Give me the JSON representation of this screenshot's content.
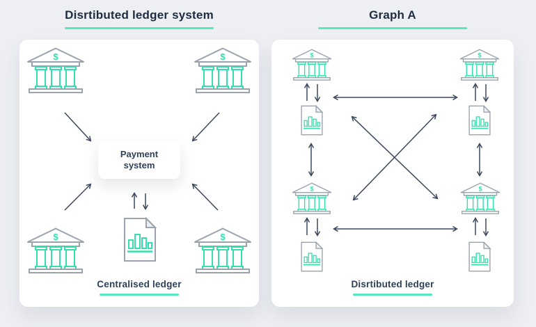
{
  "colors": {
    "background": "#edeff3",
    "panel": "#ffffff",
    "accent": "#55e6c2",
    "icon_teal": "#33e0ab",
    "icon_gray": "#9aa2ad",
    "arrow": "#3a475c",
    "title_text": "#1f2b3e",
    "label_text": "#2e4058"
  },
  "icons": {
    "bank": "bank-building-icon",
    "ledger_document": "bar-chart-document-icon",
    "bank_dollar": "$"
  },
  "left_section": {
    "title": "Disrtibuted ledger system",
    "payment_box_label": "Payment system",
    "caption": "Centralised ledger"
  },
  "right_section": {
    "title": "Graph A",
    "caption": "Disrtibuted ledger"
  }
}
